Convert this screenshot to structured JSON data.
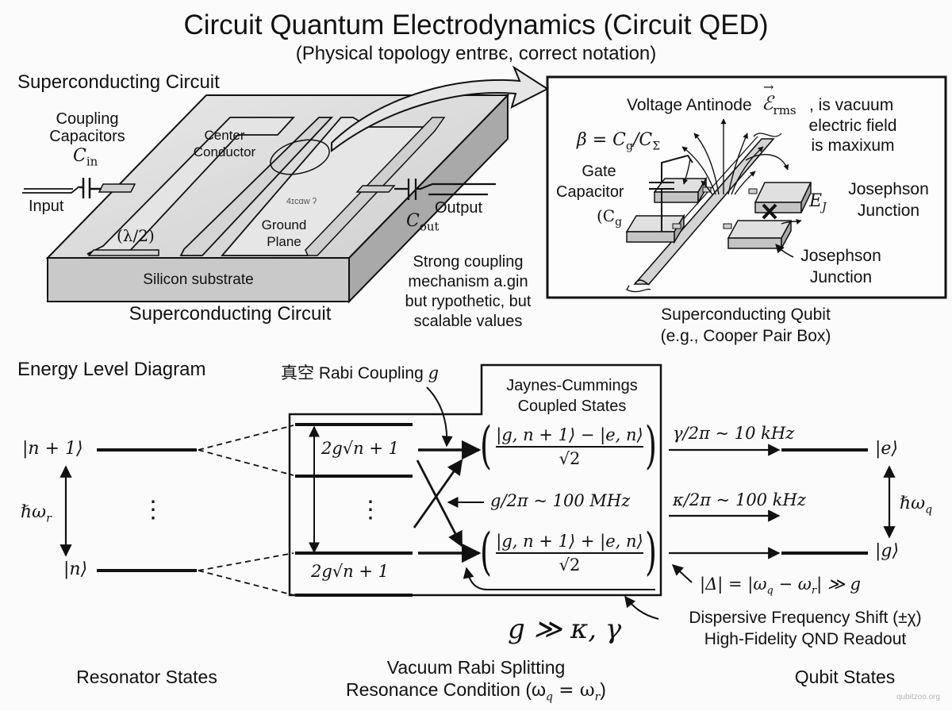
{
  "title": "Circuit Quantum Electrodynamics (Circuit QED)",
  "subtitle": "(Physical topology entrвє, correct notation)",
  "circuit": {
    "section_label": "Superconducting Circuit",
    "coupling_label_1": "Coupling",
    "coupling_label_2": "Capacitors",
    "c_in": "C",
    "c_in_sub": "in",
    "input_label": "Input",
    "center_conductor_1": "Center",
    "center_conductor_2": "Conductor",
    "garbled_label": "4ɪcɑw ʔ",
    "ground_plane_1": "Ground",
    "ground_plane_2": "Plane",
    "lambda_label": "(λ/2)",
    "output_label": "Output",
    "c_out": "C",
    "c_out_sub": "out",
    "substrate_label": "Silicon substrate",
    "caption": "Superconducting Circuit",
    "note_1": "Strong coupling",
    "note_2": "mechanism a.gin",
    "note_3": "but rypothetic, but",
    "note_4": "scalable values"
  },
  "qubit": {
    "antinode_label": "Voltage Antinode",
    "erms_symbol": "ℰ",
    "erms_sub": "rms",
    "field_note_1": ", is vacuum",
    "field_note_2": "electric field",
    "field_note_3": "is maxixum",
    "beta_eq": "β = C",
    "beta_sub_g": "g",
    "beta_slash": "/C",
    "beta_sub_sigma": "Σ",
    "gate_1": "Gate",
    "gate_2": "Capacitor",
    "gate_3": "(C",
    "gate_3_sub": "g",
    "ej": "E",
    "ej_sub": "J",
    "jj_upper_1": "Josephson",
    "jj_upper_2": "Junction",
    "jj_lower_1": "Josephson",
    "jj_lower_2": "Junction",
    "caption_1": "Superconducting Qubit",
    "caption_2": "(e.g., Cooper Pair Box)"
  },
  "energy": {
    "section_label": "Energy Level Diagram",
    "rabi_coupling": "真空 Rabi Coupling ",
    "rabi_g": "g",
    "jc_title_1": "Jaynes-Cummings",
    "jc_title_2": "Coupled States",
    "resonator_upper": "|n + 1⟩",
    "resonator_lower": "|n⟩",
    "hbar_omega_r": "ℏω",
    "hbar_omega_r_sub": "r",
    "dots": "⋮",
    "split_upper": "2g√n + 1",
    "split_lower": "2g√n + 1",
    "state_minus_num": "|g, n + 1⟩ − |e, n⟩",
    "state_plus_num": "|g, n + 1⟩ + |e, n⟩",
    "sqrt2": "√2",
    "g_rate": "g/2π ~ 100 MHz",
    "gamma_rate": "γ/2π ~ 10 kHz",
    "kappa_rate": "κ/2π ~ 100 kHz",
    "qubit_e": "|e⟩",
    "qubit_g": "|g⟩",
    "hbar_omega_q": "ℏω",
    "hbar_omega_q_sub": "q",
    "detuning": "|Δ| = |ω",
    "detuning_sub_q": "q",
    "detuning_mid": " − ω",
    "detuning_sub_r": "r",
    "detuning_end": "| ≫ g",
    "dispersive_1": "Dispersive Frequency Shift (±χ)",
    "dispersive_2": "High-Fidelity QND Readout",
    "strong_coupling": "g ≫ κ, γ",
    "resonator_caption": "Resonator States",
    "rabi_caption_1": "Vacuum Rabi Splitting",
    "rabi_caption_2": "Resonance Condition (ω",
    "rabi_caption_sub_q": "q",
    "rabi_caption_mid": " = ω",
    "rabi_caption_sub_r": "r",
    "rabi_caption_end": ")",
    "qubit_caption": "Qubit States"
  },
  "watermark": "qubitzoo.org"
}
